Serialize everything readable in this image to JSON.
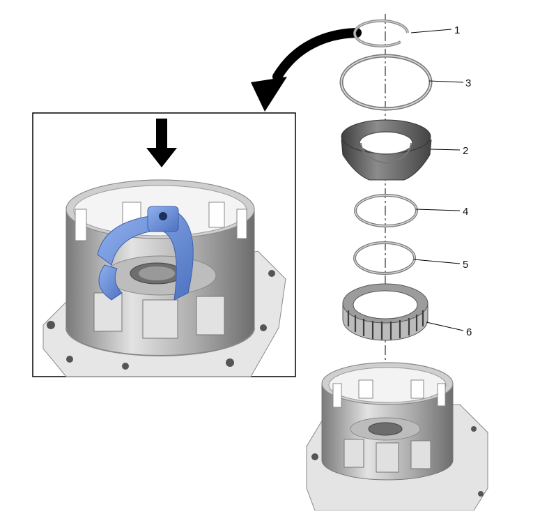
{
  "callouts": [
    {
      "number": "1",
      "part": "snap-ring-small"
    },
    {
      "number": "3",
      "part": "large-ring"
    },
    {
      "number": "2",
      "part": "piston"
    },
    {
      "number": "4",
      "part": "ring-4"
    },
    {
      "number": "5",
      "part": "ring-5"
    },
    {
      "number": "6",
      "part": "return-spring-assembly"
    }
  ],
  "colors": {
    "tool_blue": "#6b8fd6",
    "metal_dark": "#5e5e5e",
    "metal_mid": "#9a9a9a",
    "metal_light": "#d4d4d4",
    "ink": "#000000"
  }
}
